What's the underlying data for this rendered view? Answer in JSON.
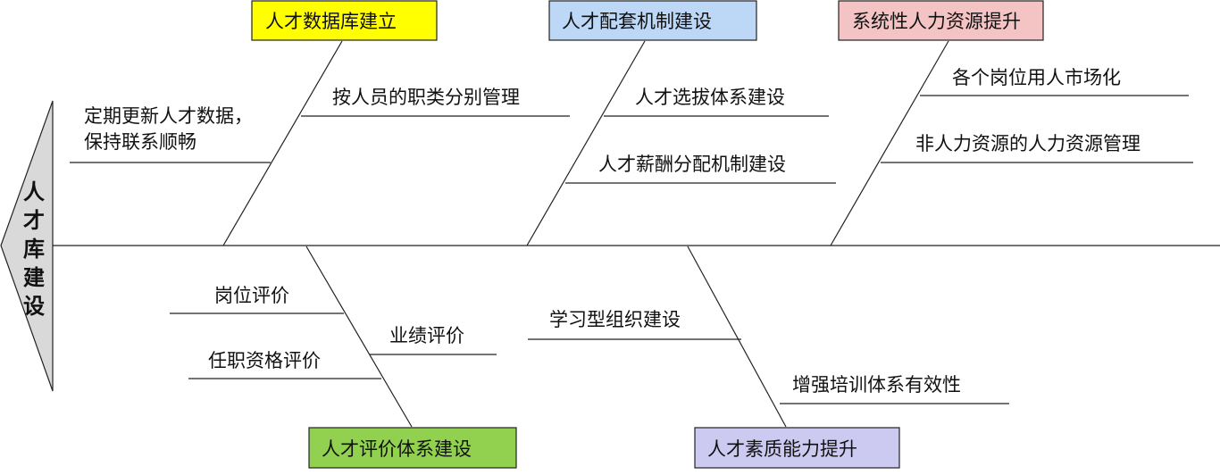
{
  "head": {
    "label": [
      "人",
      "才",
      "库",
      "建",
      "设"
    ]
  },
  "categories": [
    {
      "label": "人才数据库建立",
      "color": "#ffff00",
      "causes": [
        "定期更新人才数据，",
        "保持联系顺畅",
        "按人员的职类分别管理"
      ]
    },
    {
      "label": "人才配套机制建设",
      "color": "#bdd7f6",
      "causes": [
        "人才选拔体系建设",
        "人才薪酬分配机制建设"
      ]
    },
    {
      "label": "系统性人力资源提升",
      "color": "#f4c4c4",
      "causes": [
        "各个岗位用人市场化",
        "非人力资源的人力资源管理"
      ]
    },
    {
      "label": "人才评价体系建设",
      "color": "#92d050",
      "causes": [
        "岗位评价",
        "任职资格评价",
        "业绩评价"
      ]
    },
    {
      "label": "人才素质能力提升",
      "color": "#cccaf0",
      "causes": [
        "学习型组织建设",
        "增强培训体系有效性"
      ]
    }
  ]
}
